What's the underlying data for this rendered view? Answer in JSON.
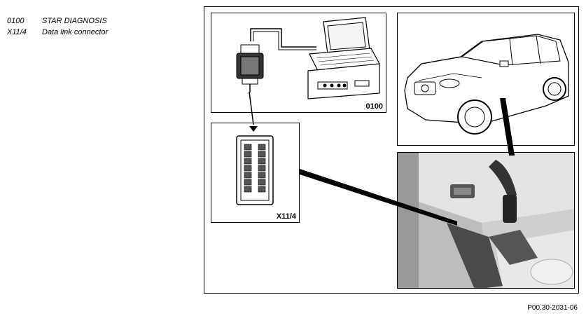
{
  "legend": [
    {
      "code": "0100",
      "text": "STAR DIAGNOSIS"
    },
    {
      "code": "X11/4",
      "text": "Data link connector"
    }
  ],
  "panels": {
    "diagnosis_label": "0100",
    "connector_label": "X11/4"
  },
  "figure_code": "P00.30-2031-06"
}
